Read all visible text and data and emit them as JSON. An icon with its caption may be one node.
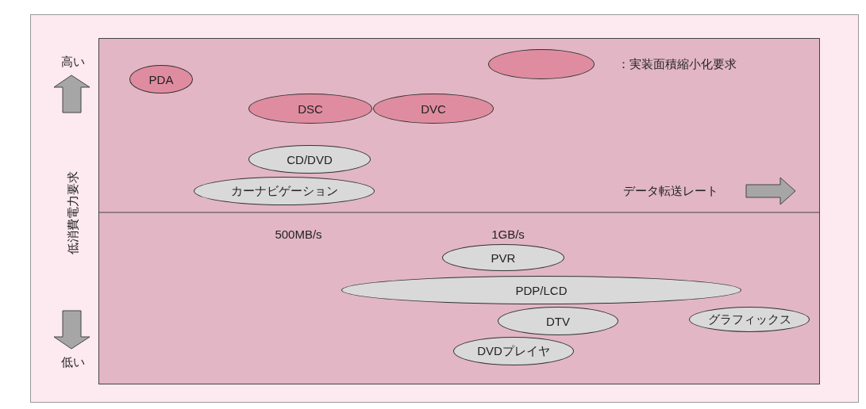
{
  "diagram": {
    "nodes": [
      {
        "text": [
          "PDA"
        ]
      },
      {
        "text": [
          "DSC"
        ]
      },
      {
        "text": [
          "DVC"
        ]
      },
      {
        "text": [
          "CD/DVD"
        ]
      },
      {
        "text": [
          "カーナビゲーション"
        ]
      },
      {
        "text": [
          "PVR"
        ]
      },
      {
        "text": [
          "PDP/LCD"
        ]
      },
      {
        "text": [
          "DTV"
        ]
      },
      {
        "text": [
          "グラフィックス"
        ]
      },
      {
        "text": [
          "DVDプレイヤ"
        ]
      }
    ],
    "labels": [
      "高い",
      "低消費電力要求",
      "低い",
      "データ転送レート",
      "500MB/s",
      "1GB/s"
    ],
    "legend": [
      {
        "text": "：実装面積縮小化要求",
        "color": "#e08ca0"
      }
    ]
  }
}
